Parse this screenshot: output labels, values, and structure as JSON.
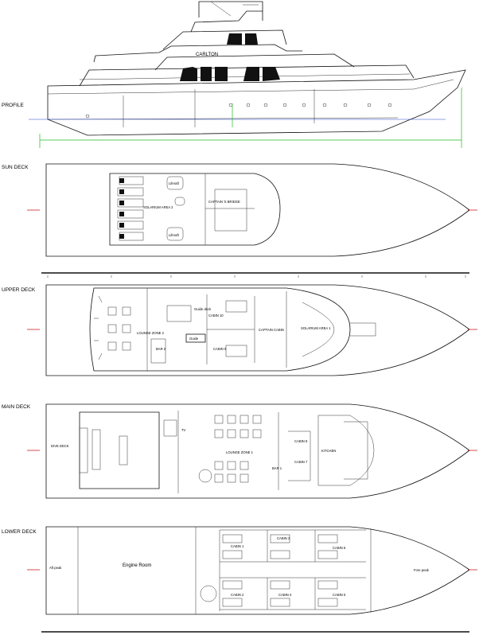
{
  "drawing": {
    "vessel_name": "CARLTON",
    "colors": {
      "line": "#111111",
      "dimension": "#22bb22",
      "centerline": "#cc2222",
      "annotation": "#cc22cc"
    }
  },
  "sections": {
    "profile": "PROFILE",
    "sun_deck": "SUN DECK",
    "upper_deck": "UPPER DECK",
    "main_deck": "MAIN DECK",
    "lower_deck": "LOWER DECK"
  },
  "sun_deck": {
    "solarium": "SOLARIUM AREA 2",
    "bridge": "CAPTAIN 'S BRIDGE",
    "liferaft_top": "Liferaft",
    "liferaft_bottom": "Liferaft"
  },
  "upper_deck": {
    "lounge": "LOUNGE ZONE 2",
    "bar": "BAR 2",
    "guide": "Guide",
    "guide_deck": "Guide deck",
    "cabin_10": "CABIN 10",
    "cabin_9": "CABIN 9",
    "captain_cabin": "CAPTAIN CABIN",
    "solarium": "SOLARIUM AREA 1"
  },
  "main_deck": {
    "dive_deck": "DIVE DECK",
    "lounge": "LOUNGE ZONE 1",
    "bar": "BAR 1",
    "cabin_8": "CABIN 8",
    "cabin_7": "CABIN 7",
    "kitchen": "KITCHEN",
    "tv": "TV"
  },
  "lower_deck": {
    "aft_peak": "Aft peak",
    "engine_room": "Engine Room",
    "fore_peak": "Fore peak",
    "cabins": [
      "CABIN 1",
      "CABIN 3",
      "CABIN 6",
      "CABIN 2",
      "CABIN 4",
      "CABIN 5"
    ]
  }
}
